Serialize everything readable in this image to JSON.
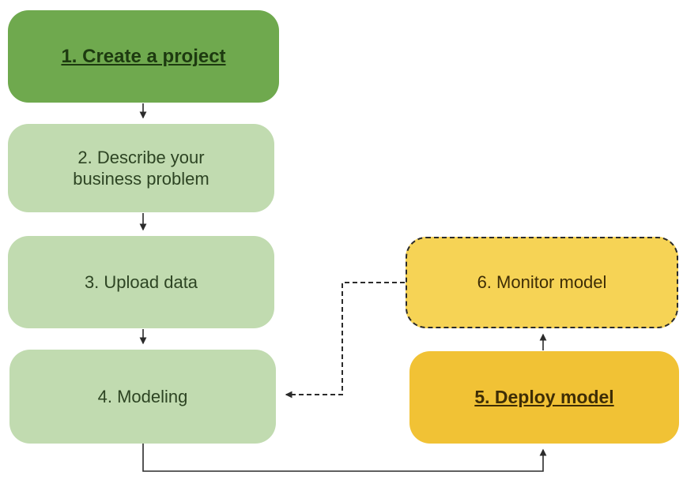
{
  "diagram": {
    "background": "#ffffff",
    "ink": "#2b2b2b",
    "nodes": [
      {
        "id": "create-project",
        "label": "1. Create a project",
        "fill": "#6fa94e",
        "text_color": "#1d3a10",
        "emphasis": "bold-underline",
        "border": "none"
      },
      {
        "id": "describe-business-problem",
        "label": "2. Describe your business problem",
        "fill": "#c1dbb0",
        "text_color": "#2d4423",
        "emphasis": "none",
        "border": "none"
      },
      {
        "id": "upload-data",
        "label": "3. Upload data",
        "fill": "#c1dbb0",
        "text_color": "#2d4423",
        "emphasis": "none",
        "border": "none"
      },
      {
        "id": "modeling",
        "label": "4. Modeling",
        "fill": "#c1dbb0",
        "text_color": "#2d4423",
        "emphasis": "none",
        "border": "none"
      },
      {
        "id": "deploy-model",
        "label": "5. Deploy model",
        "fill": "#f1c235",
        "text_color": "#3e2d06",
        "emphasis": "bold-underline",
        "border": "none"
      },
      {
        "id": "monitor-model",
        "label": "6. Monitor model",
        "fill": "#f6d355",
        "text_color": "#3e2d06",
        "emphasis": "none",
        "border": "dashed"
      }
    ],
    "edges": [
      {
        "from": "create-project",
        "to": "describe-business-problem",
        "style": "solid"
      },
      {
        "from": "describe-business-problem",
        "to": "upload-data",
        "style": "solid"
      },
      {
        "from": "upload-data",
        "to": "modeling",
        "style": "solid"
      },
      {
        "from": "modeling",
        "to": "deploy-model",
        "style": "solid"
      },
      {
        "from": "deploy-model",
        "to": "monitor-model",
        "style": "solid"
      },
      {
        "from": "monitor-model",
        "to": "modeling",
        "style": "dashed"
      }
    ]
  }
}
